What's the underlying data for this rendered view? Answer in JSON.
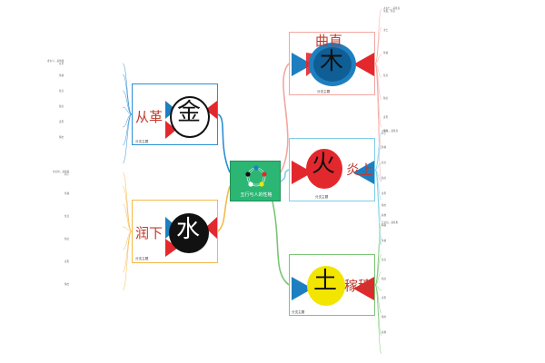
{
  "center": {
    "title": "五行与人的性格"
  },
  "elements": {
    "wood": {
      "char": "木",
      "direction": "曲直",
      "note": "分支主题",
      "color": "#1e7fc0"
    },
    "fire": {
      "char": "火",
      "direction": "炎上",
      "note": "分支主题",
      "color": "#e3282d"
    },
    "earth": {
      "char": "土",
      "direction": "稼穑",
      "note": "分支主题",
      "color": "#f2e500"
    },
    "metal": {
      "char": "金",
      "direction": "从革",
      "note": "分支主题",
      "color": "#ffffff"
    },
    "water": {
      "char": "水",
      "direction": "润下",
      "note": "分支主题",
      "color": "#111111"
    }
  },
  "branch_colors": {
    "wood": "#f4a6a0",
    "fire": "#7fcde8",
    "earth": "#7cc576",
    "metal": "#2a8fd4",
    "water": "#f5b94a"
  },
  "detail": {
    "wood": [
      "木主仁，其性直",
      "生发、条达",
      "主仁",
      "性格",
      "优点",
      "缺点",
      "身形",
      "情志"
    ],
    "fire": [
      "火主礼，其性急",
      "炎上",
      "性格",
      "优点",
      "缺点",
      "身形",
      "情志",
      "其他"
    ],
    "earth": [
      "土主信，其性重",
      "稼穑",
      "性格",
      "优点",
      "缺点",
      "身形",
      "情志",
      "其他"
    ],
    "metal": [
      "金主义，其性刚",
      "从革",
      "性格",
      "优点",
      "缺点",
      "身形",
      "情志"
    ],
    "water": [
      "水主智，其性聪",
      "润下",
      "性格",
      "优点",
      "缺点",
      "身形",
      "情志"
    ]
  }
}
